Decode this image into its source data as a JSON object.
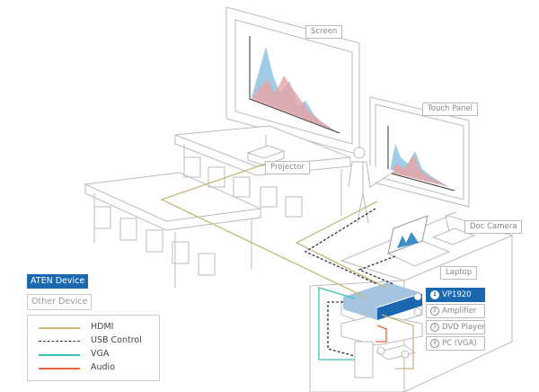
{
  "labels": {
    "screen": "Screen",
    "touch_panel": "Touch Panel",
    "projector": "Projector",
    "doc_camera": "Doc Camera",
    "laptop": "Laptop"
  },
  "rack_devices": [
    {
      "number": "1",
      "name": "VP1920",
      "type": "aten"
    },
    {
      "number": "2",
      "name": "Amplifier",
      "type": "other"
    },
    {
      "number": "3",
      "name": "DVD Player",
      "type": "other"
    },
    {
      "number": "4",
      "name": "PC (VGA)",
      "type": "other"
    }
  ],
  "key": {
    "aten": "ATEN Device",
    "other": "Other Device"
  },
  "legend": [
    {
      "label": "HDMI",
      "color": "#c9b77a",
      "style": "solid"
    },
    {
      "label": "USB Control",
      "color": "#333333",
      "style": "dashed"
    },
    {
      "label": "VGA",
      "color": "#3bbfb9",
      "style": "solid"
    },
    {
      "label": "Audio",
      "color": "#e8623e",
      "style": "solid"
    }
  ],
  "colors": {
    "aten_blue": "#1a68b0",
    "chart_blue": "#8fc3e3",
    "chart_red": "#e8a3a3"
  }
}
